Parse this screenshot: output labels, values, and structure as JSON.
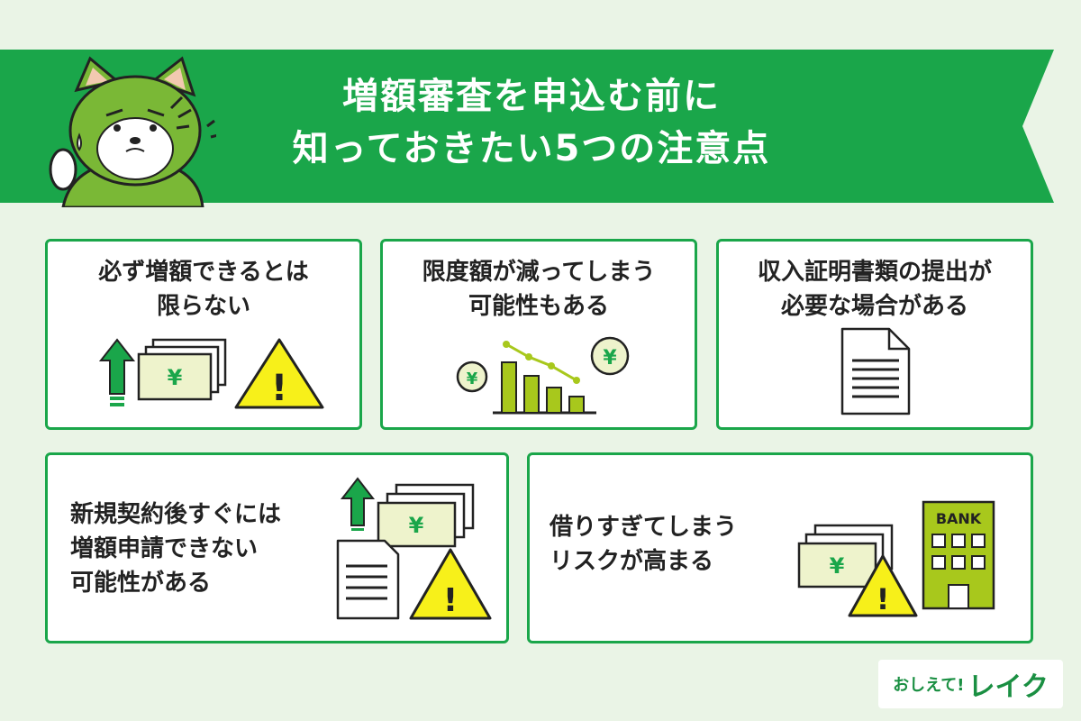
{
  "banner": {
    "title_line1": "増額審査を申込む前に",
    "title_line2": "知っておきたい5つの注意点"
  },
  "colors": {
    "green": "#1aa64a",
    "lime": "#a8c81c",
    "yellow": "#f7f01a",
    "background": "#eaf4e6"
  },
  "cards": [
    {
      "line1": "必ず増額できるとは",
      "line2": "限らない"
    },
    {
      "line1": "限度額が減ってしまう",
      "line2": "可能性もある"
    },
    {
      "line1": "収入証明書類の提出が",
      "line2": "必要な場合がある"
    },
    {
      "line1": "新規契約後すぐには",
      "line2": "増額申請できない",
      "line3": "可能性がある"
    },
    {
      "line1": "借りすぎてしまう",
      "line2": "リスクが高まる"
    }
  ],
  "icons": {
    "yen": "¥",
    "warning": "!",
    "bank": "BANK"
  },
  "logo": {
    "small": "おしえて!",
    "big": "レイク"
  }
}
